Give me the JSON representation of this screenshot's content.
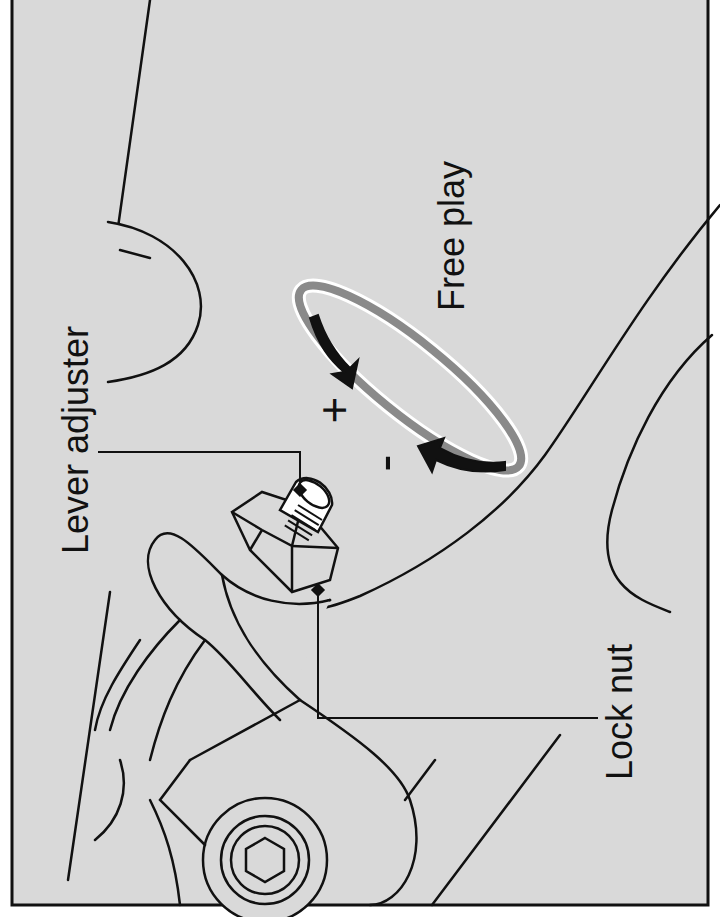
{
  "diagram": {
    "labels": [
      "Lever adjuster",
      "Lock nut",
      "Free play",
      "+",
      "-"
    ]
  }
}
